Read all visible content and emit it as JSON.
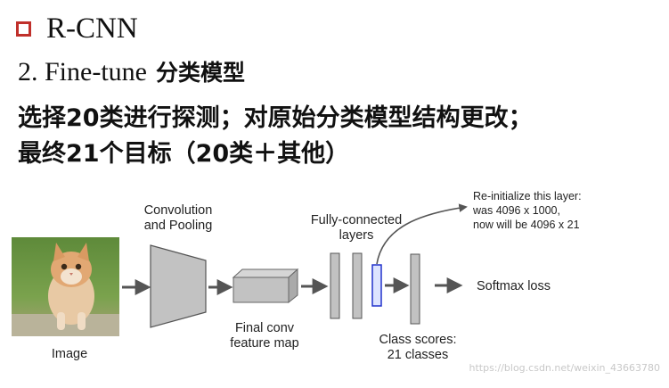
{
  "slide": {
    "title": "R-CNN",
    "subtitle_en": "2. Fine-tune",
    "subtitle_cn": "分类模型",
    "line1": "选择20类进行探测；对原始分类模型结构更改；",
    "line2": "最终21个目标（20类＋其他）"
  },
  "diagram": {
    "image_label": "Image",
    "conv_label_1": "Convolution",
    "conv_label_2": "and Pooling",
    "feature_label_1": "Final conv",
    "feature_label_2": "feature map",
    "fc_label_1": "Fully-connected",
    "fc_label_2": "layers",
    "note_1": "Re-initialize this layer:",
    "note_2": "was 4096 x 1000,",
    "note_3": "now will be 4096 x 21",
    "scores_label_1": "Class scores:",
    "scores_label_2": "21 classes",
    "softmax_label": "Softmax loss",
    "highlight_color": "#2233cc"
  },
  "watermark": "https://blog.csdn.net/weixin_43663780"
}
